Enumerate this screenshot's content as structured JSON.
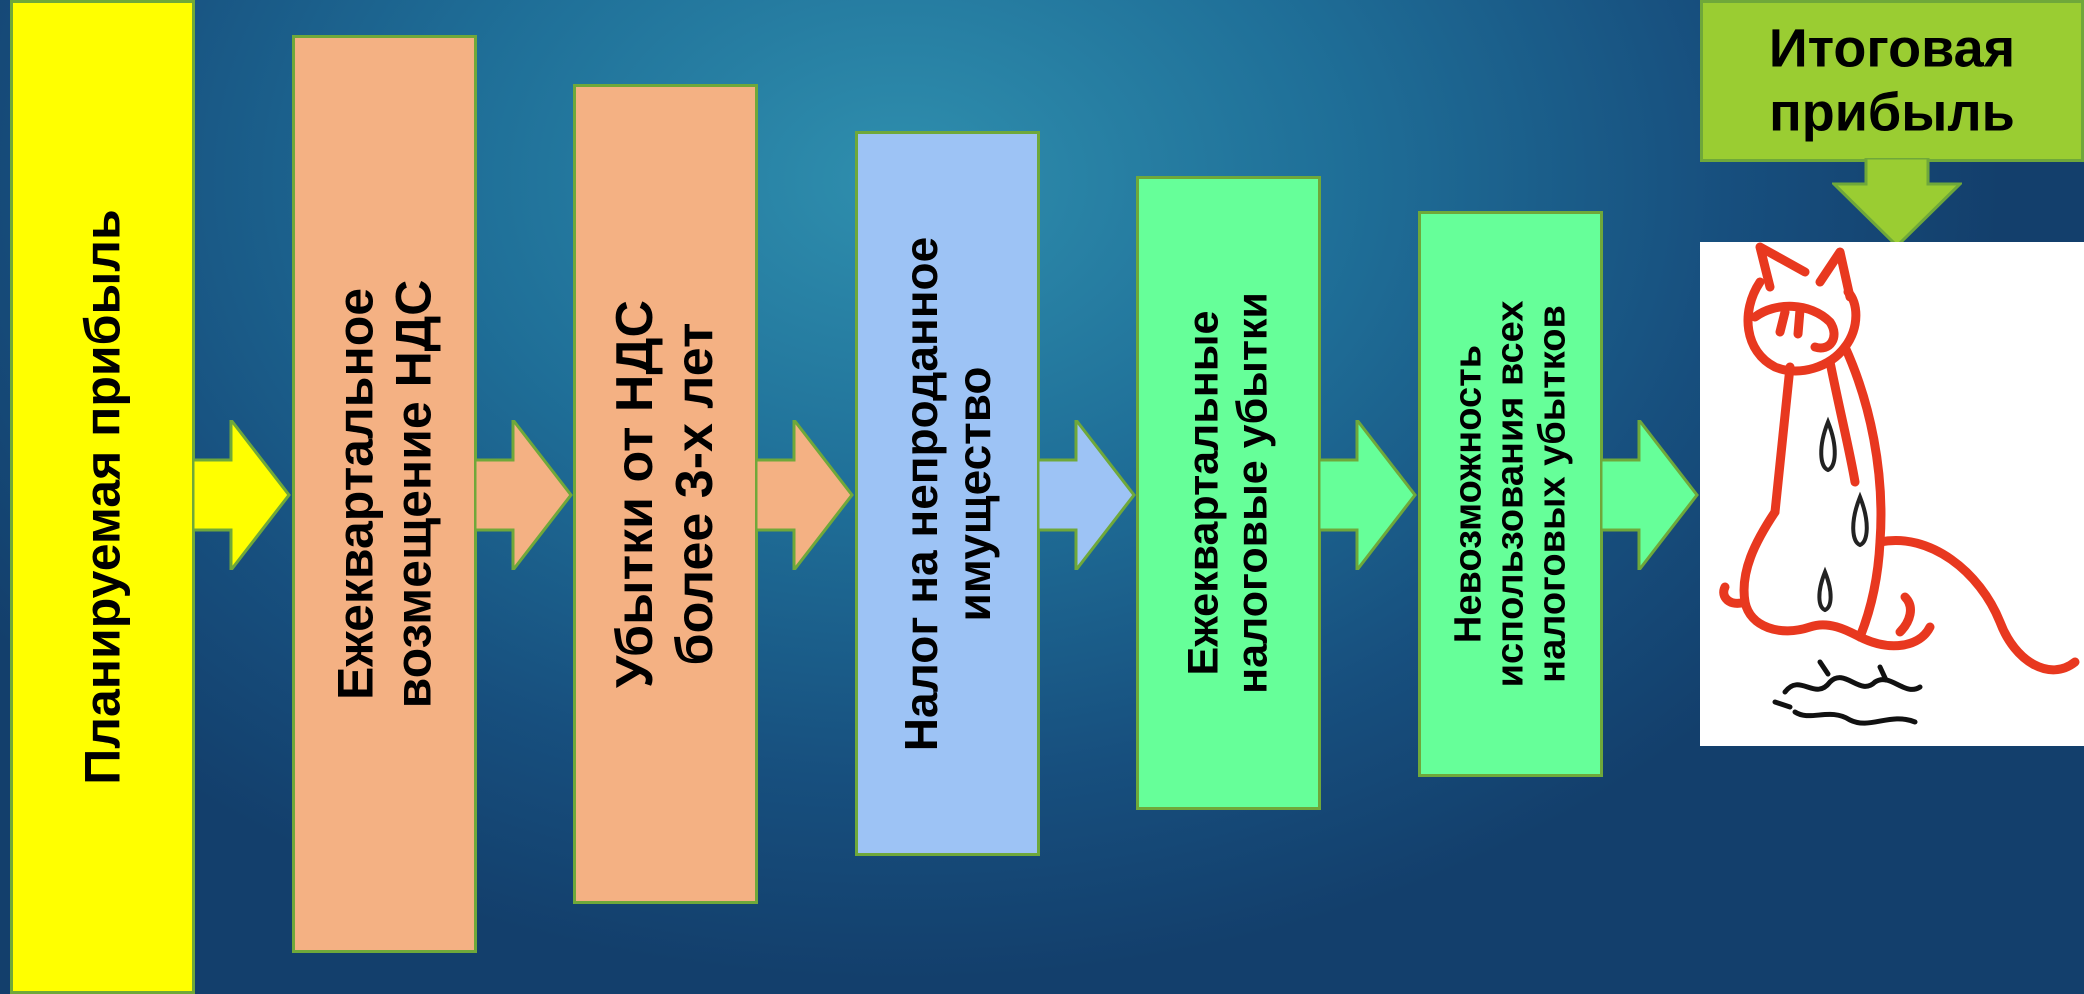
{
  "steps": [
    {
      "label": "Планируемая прибыль",
      "color": "#ffff00"
    },
    {
      "label": "Ежеквартальное\nвозмещение НДС",
      "color": "#f4b183"
    },
    {
      "label": "Убытки от НДС\nболее 3-х лет",
      "color": "#f4b183"
    },
    {
      "label": "Налог на непроданное\nимущество",
      "color": "#9dc3f5"
    },
    {
      "label": "Ежеквартальные\nналоговые убытки",
      "color": "#66ff99"
    },
    {
      "label": "Невозможность\nиспользования всех\nналоговых убытков",
      "color": "#66ff99"
    }
  ],
  "final": {
    "label": "Итоговая\nприбыль",
    "color": "#9acd32"
  },
  "picture": {
    "icon": "crying-cat-drawing"
  }
}
